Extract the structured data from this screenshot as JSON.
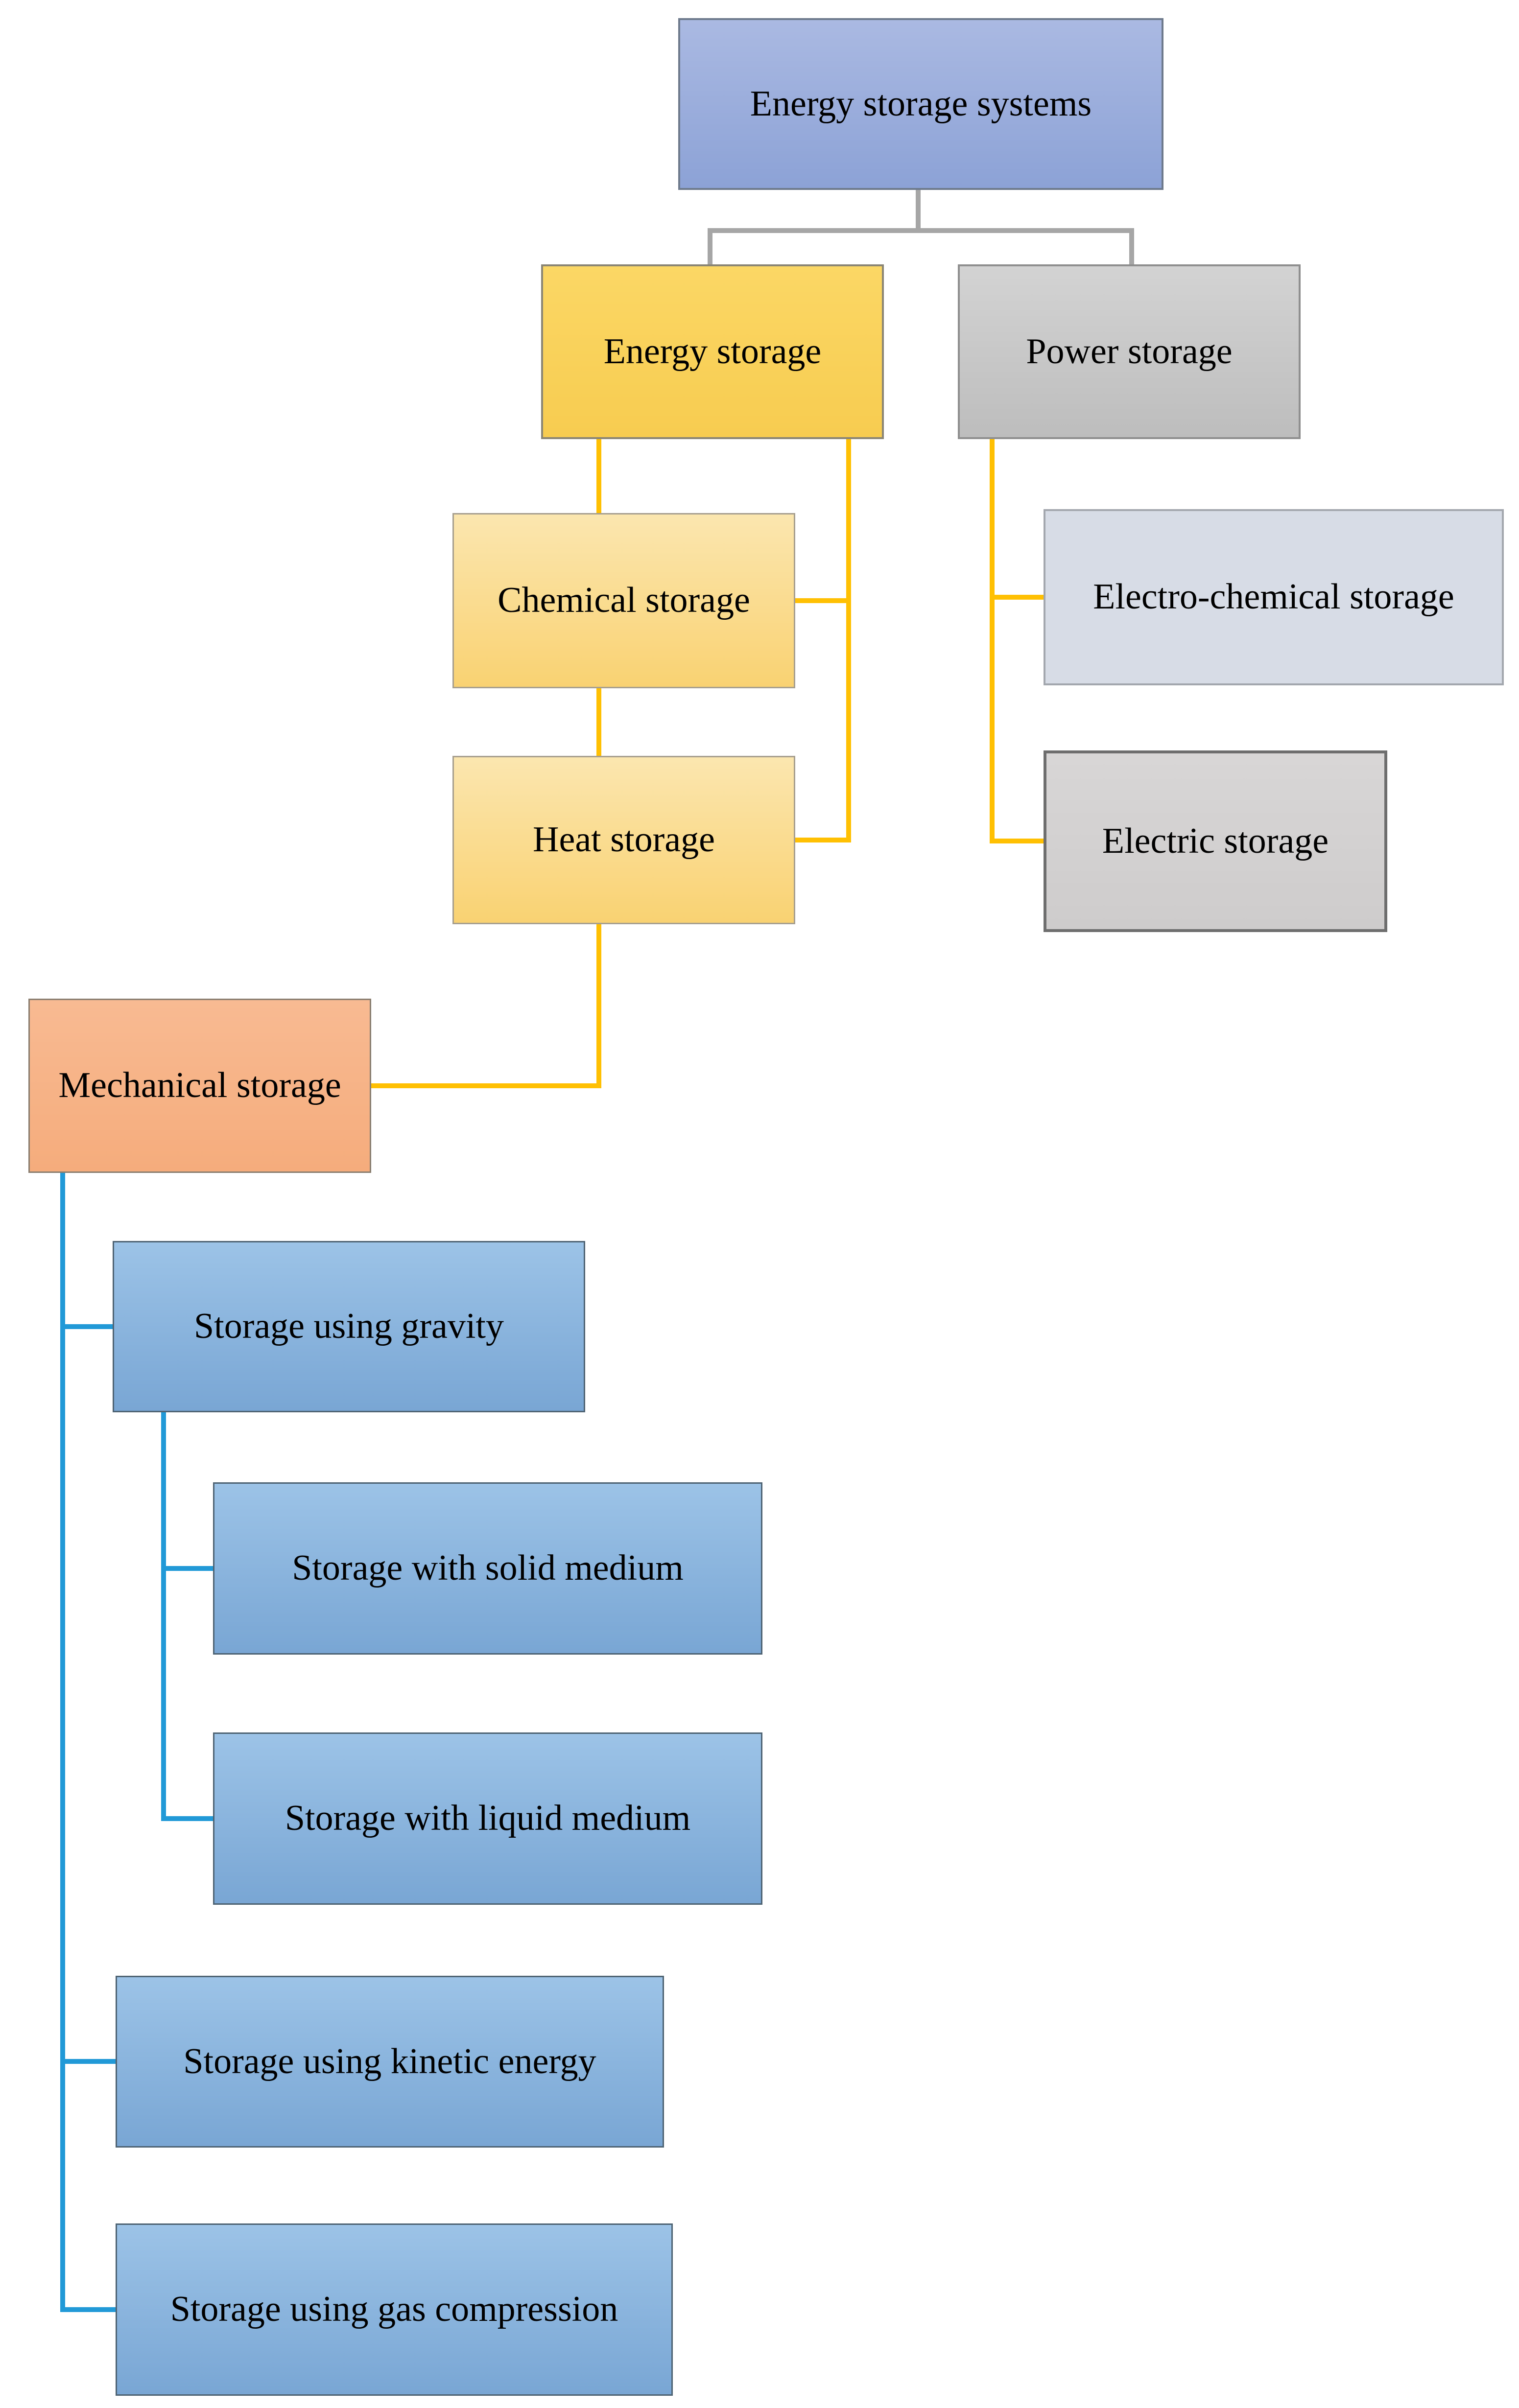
{
  "diagram": {
    "title": "Energy storage systems",
    "nodes": [
      {
        "id": "ess",
        "label": "Energy storage systems",
        "category": "root",
        "fill": "#9BAEDC"
      },
      {
        "id": "energy",
        "label": "Energy storage",
        "category": "energy-branch",
        "fill": "#F9D15C"
      },
      {
        "id": "power",
        "label": "Power storage",
        "category": "power-branch",
        "fill": "#C8C8C8"
      },
      {
        "id": "chemical",
        "label": "Chemical storage",
        "category": "energy-child",
        "fill": "#FADC91"
      },
      {
        "id": "heat",
        "label": "Heat storage",
        "category": "energy-child",
        "fill": "#FADC91"
      },
      {
        "id": "electrochem",
        "label": "Electro-chemical storage",
        "category": "power-child",
        "fill": "#D7DCE6"
      },
      {
        "id": "electric",
        "label": "Electric storage",
        "category": "power-child",
        "fill": "#D3D1D1"
      },
      {
        "id": "mechanical",
        "label": "Mechanical storage",
        "category": "energy-child",
        "fill": "#F6B287"
      },
      {
        "id": "gravity",
        "label": "Storage using gravity",
        "category": "mechanical-child",
        "fill": "#8BB5E0"
      },
      {
        "id": "solid",
        "label": "Storage with solid medium",
        "category": "gravity-child",
        "fill": "#8BB5E0"
      },
      {
        "id": "liquid",
        "label": "Storage with liquid medium",
        "category": "gravity-child",
        "fill": "#8BB5E0"
      },
      {
        "id": "kinetic",
        "label": "Storage using kinetic energy",
        "category": "mechanical-child",
        "fill": "#8BB5E0"
      },
      {
        "id": "gas",
        "label": "Storage using gas compression",
        "category": "mechanical-child",
        "fill": "#8BB5E0"
      }
    ],
    "edges": [
      {
        "from": "ess",
        "to": "energy",
        "color": "#A6A6A6"
      },
      {
        "from": "ess",
        "to": "power",
        "color": "#A6A6A6"
      },
      {
        "from": "energy",
        "to": "chemical",
        "color": "#FFC003"
      },
      {
        "from": "energy",
        "to": "heat",
        "color": "#FFC003"
      },
      {
        "from": "chemical",
        "to": "heat",
        "color": "#FFC003"
      },
      {
        "from": "heat",
        "to": "mechanical",
        "color": "#FFC003"
      },
      {
        "from": "power",
        "to": "electrochem",
        "color": "#FFC003"
      },
      {
        "from": "power",
        "to": "electric",
        "color": "#FFC003"
      },
      {
        "from": "mechanical",
        "to": "gravity",
        "color": "#2199D7"
      },
      {
        "from": "mechanical",
        "to": "kinetic",
        "color": "#2199D7"
      },
      {
        "from": "mechanical",
        "to": "gas",
        "color": "#2199D7"
      },
      {
        "from": "gravity",
        "to": "solid",
        "color": "#2199D7"
      },
      {
        "from": "gravity",
        "to": "liquid",
        "color": "#2199D7"
      }
    ],
    "colors": {
      "connector_gray": "#A6A6A6",
      "connector_gold": "#FFC003",
      "connector_blue": "#2199D7",
      "text": "#000000",
      "background": "#FFFFFF"
    }
  }
}
